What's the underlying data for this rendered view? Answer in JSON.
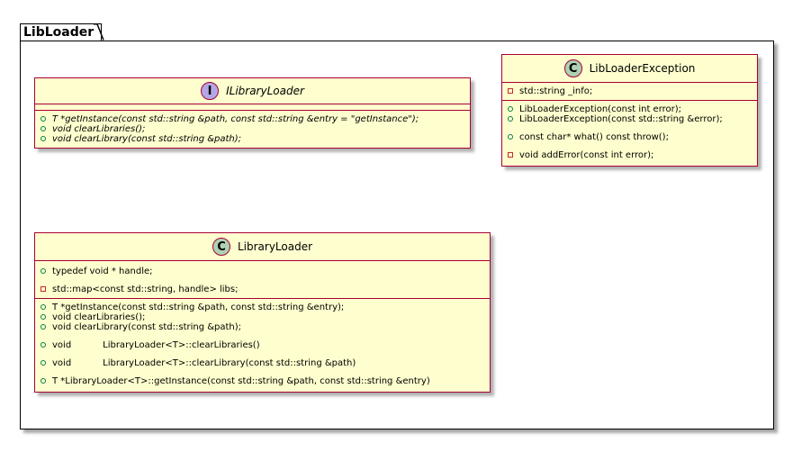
{
  "package": {
    "name": "LibLoader"
  },
  "classes": {
    "ilibraryloader": {
      "name": "ILibraryLoader",
      "stereotype": "I",
      "fields": [],
      "methods": [
        {
          "vis": "public",
          "text": "T *getInstance(const std::string &path, const std::string &entry = \"getInstance\");"
        },
        {
          "vis": "public",
          "text": "void clearLibraries();"
        },
        {
          "vis": "public",
          "text": "void clearLibrary(const std::string &path);"
        }
      ]
    },
    "libloaderexception": {
      "name": "LibLoaderException",
      "stereotype": "C",
      "fields": [
        {
          "vis": "private",
          "text": "std::string _info;"
        }
      ],
      "methods": [
        {
          "vis": "public",
          "text": "LibLoaderException(const int error);"
        },
        {
          "vis": "public",
          "text": "LibLoaderException(const std::string &error);"
        },
        {
          "vis": "public",
          "text": "const char* what() const throw();"
        },
        {
          "vis": "private",
          "text": "void addError(const int error);"
        }
      ]
    },
    "libraryloader": {
      "name": "LibraryLoader",
      "stereotype": "C",
      "fields": [
        {
          "vis": "public",
          "text": "typedef void * handle;"
        },
        {
          "vis": "private",
          "text": "std::map<const std::string, handle> libs;"
        }
      ],
      "methods": [
        {
          "vis": "public",
          "text": "T *getInstance(const std::string &path, const std::string &entry);"
        },
        {
          "vis": "public",
          "text": "void clearLibraries();"
        },
        {
          "vis": "public",
          "text": "void clearLibrary(const std::string &path);"
        },
        {
          "vis": "public",
          "text": "void           LibraryLoader<T>::clearLibraries()"
        },
        {
          "vis": "public",
          "text": "void           LibraryLoader<T>::clearLibrary(const std::string &path)"
        },
        {
          "vis": "public",
          "text": "T *LibraryLoader<T>::getInstance(const std::string &path, const std::string &entry)"
        }
      ]
    }
  }
}
